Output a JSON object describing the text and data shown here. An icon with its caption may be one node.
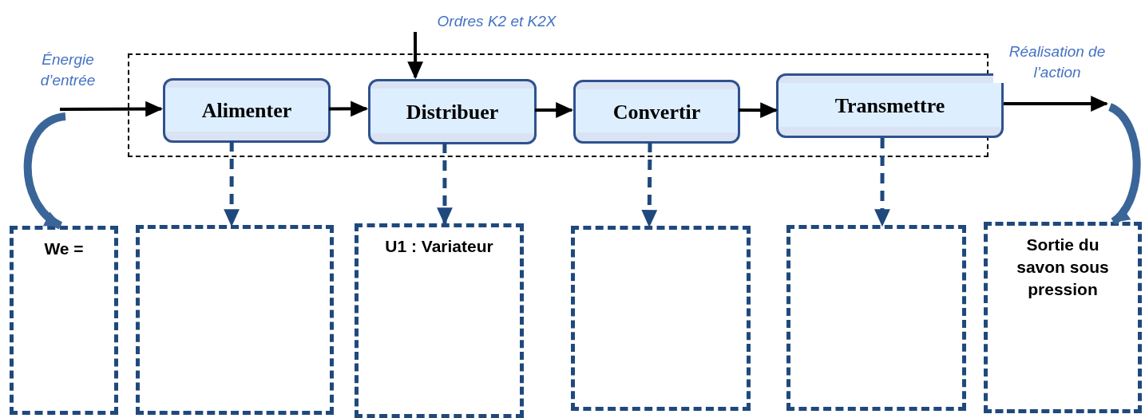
{
  "diagram": {
    "nodes": [
      {
        "text": [],
        "shape": "box"
      },
      {
        "text": [
          "Alimenter"
        ],
        "in": 0
      },
      {
        "text": [
          "Distribuer"
        ],
        "in": 0
      },
      {
        "text": [
          "Convertir"
        ],
        "in": 0
      },
      {
        "text": [
          "Transmettre"
        ]
      },
      {
        "text": [
          "We ="
        ]
      },
      {
        "text": [],
        "shape": "box"
      },
      {
        "text": [
          "U1 : Variateur"
        ]
      },
      {
        "text": [],
        "shape": "box"
      },
      {
        "text": [],
        "shape": "box"
      },
      {
        "text": [
          "Sortie du savon sous pression"
        ]
      }
    ],
    "edges": [
      {
        "from": null,
        "to": 1,
        "arrow": "to",
        "label": "Énergie d’entrée"
      },
      {
        "from": 1,
        "to": 2,
        "arrow": "to"
      },
      {
        "from": 2,
        "to": 3,
        "arrow": "to"
      },
      {
        "from": 3,
        "to": 4,
        "arrow": "to"
      },
      {
        "from": null,
        "to": 2,
        "arrow": "to",
        "label": "Ordres K2 et K2X"
      },
      {
        "from": 4,
        "to": null,
        "arrow": "to",
        "label": "Réalisation de l’action"
      },
      {
        "from": 1,
        "to": 6,
        "arrow": "to",
        "style": "dashed",
        "color": "#1f497d"
      },
      {
        "from": 2,
        "to": 7,
        "arrow": "to",
        "style": "dashed",
        "color": "#1f497d"
      },
      {
        "from": 3,
        "to": 8,
        "arrow": "to",
        "style": "dashed",
        "color": "#1f497d"
      },
      {
        "from": 4,
        "to": 9,
        "arrow": "to",
        "style": "dashed",
        "color": "#1f497d"
      },
      {
        "from": null,
        "to": 5,
        "arrow": "to",
        "style": "thick",
        "color": "#3a6598"
      },
      {
        "from": null,
        "to": 10,
        "arrow": "to",
        "style": "thick",
        "color": "#3a6598"
      }
    ]
  }
}
